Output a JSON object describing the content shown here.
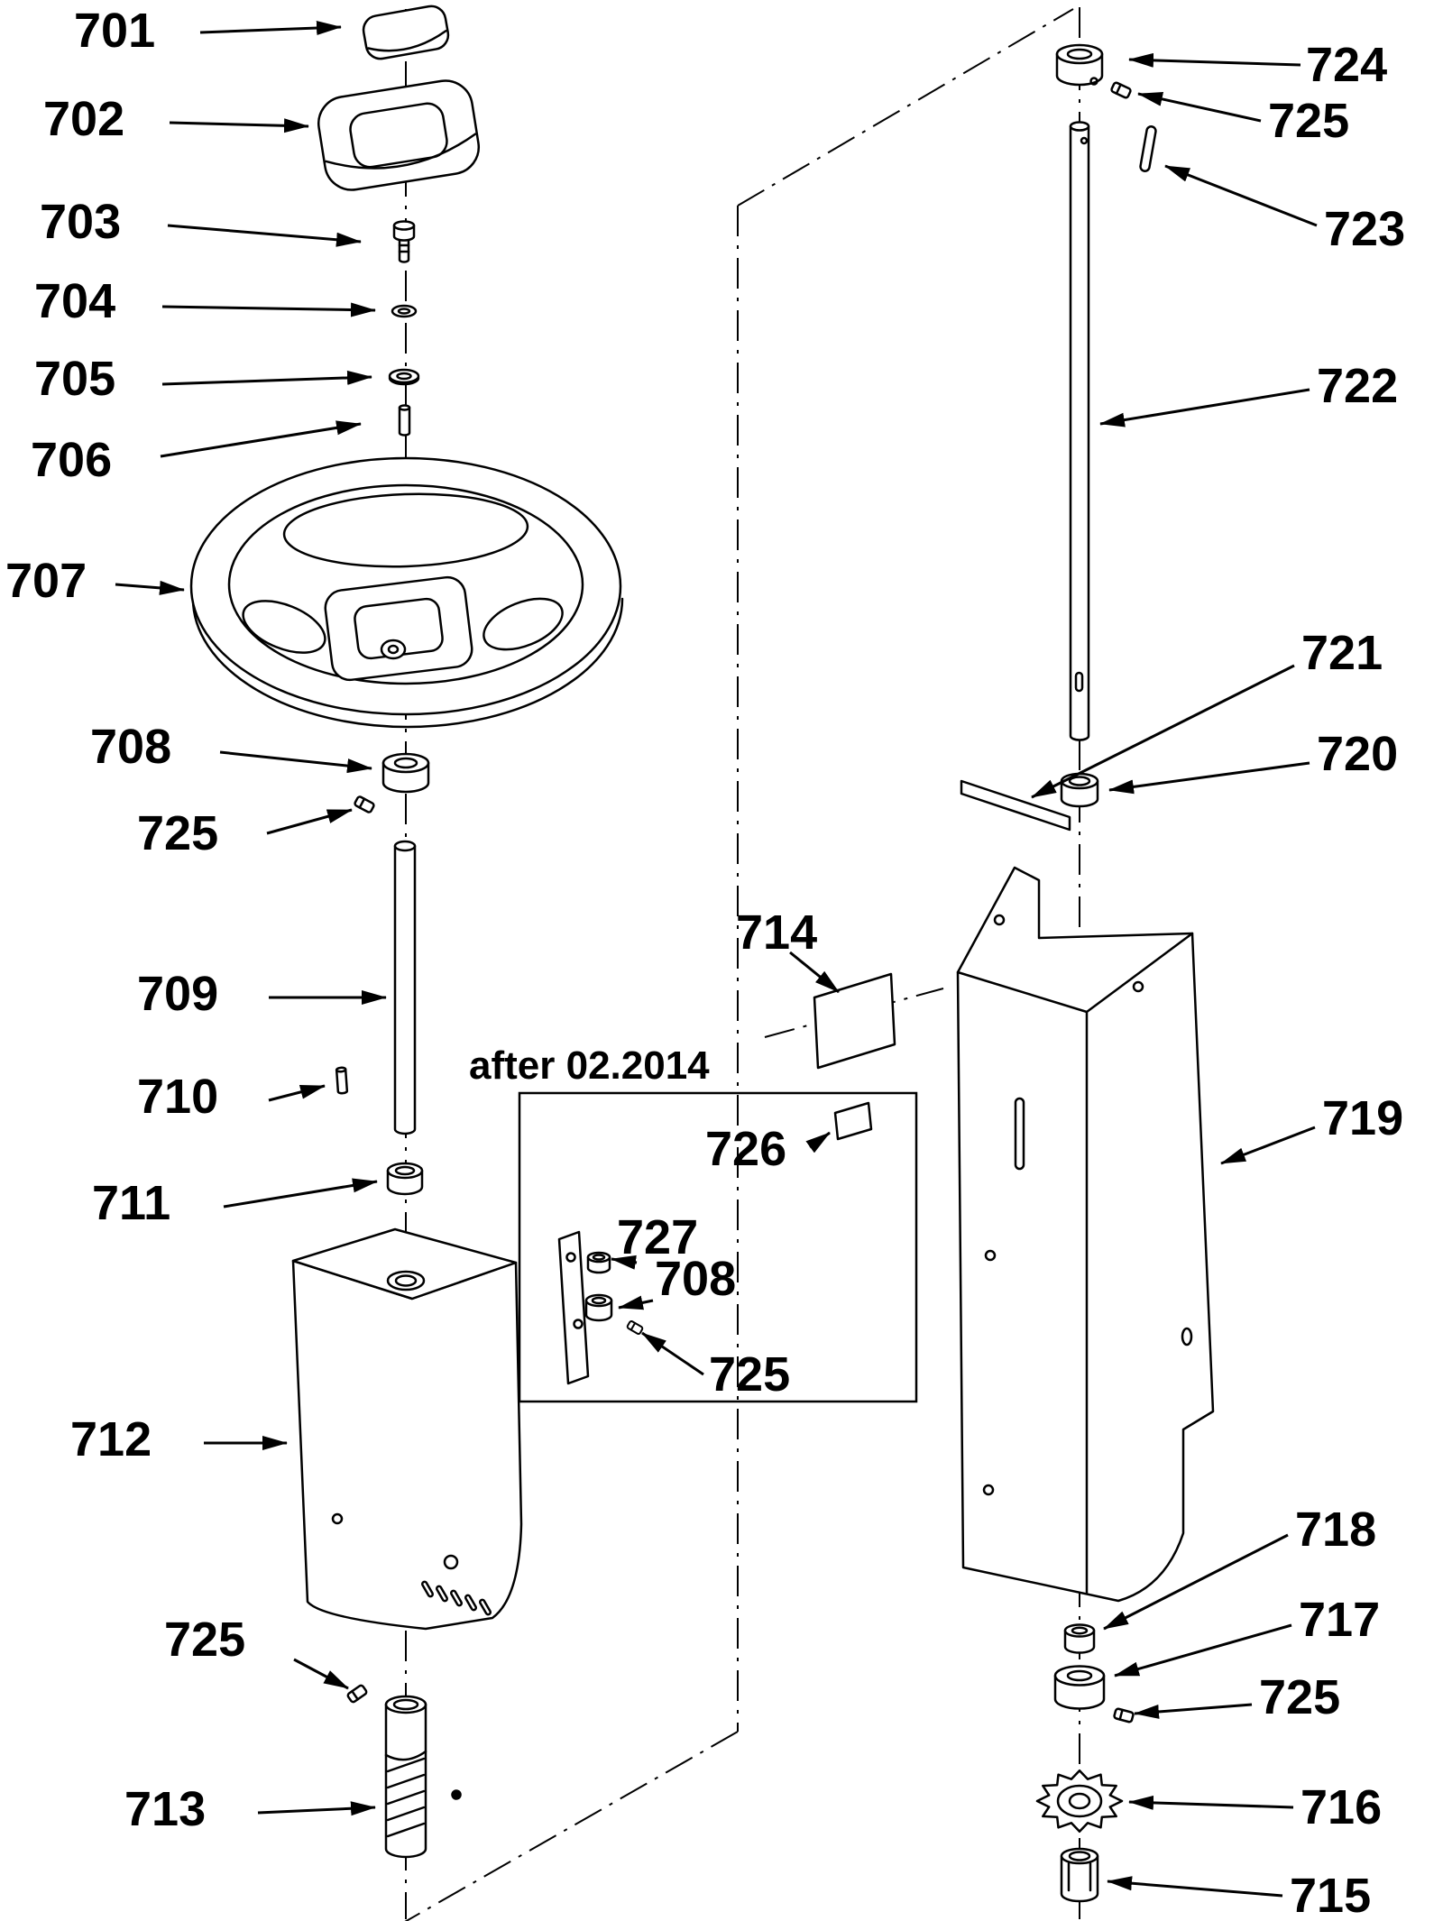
{
  "colors": {
    "line": "#000000",
    "background": "#ffffff"
  },
  "inset": {
    "note": "after 02.2014"
  },
  "callouts": {
    "c701": "701",
    "c702": "702",
    "c703": "703",
    "c704": "704",
    "c705": "705",
    "c706": "706",
    "c707": "707",
    "c708": "708",
    "c708b": "708",
    "c709": "709",
    "c710": "710",
    "c711": "711",
    "c712": "712",
    "c713": "713",
    "c714": "714",
    "c715": "715",
    "c716": "716",
    "c717": "717",
    "c718": "718",
    "c719": "719",
    "c720": "720",
    "c721": "721",
    "c722": "722",
    "c723": "723",
    "c724": "724",
    "c725a": "725",
    "c725b": "725",
    "c725c": "725",
    "c725d": "725",
    "c725e": "725",
    "c726": "726",
    "c727": "727"
  }
}
